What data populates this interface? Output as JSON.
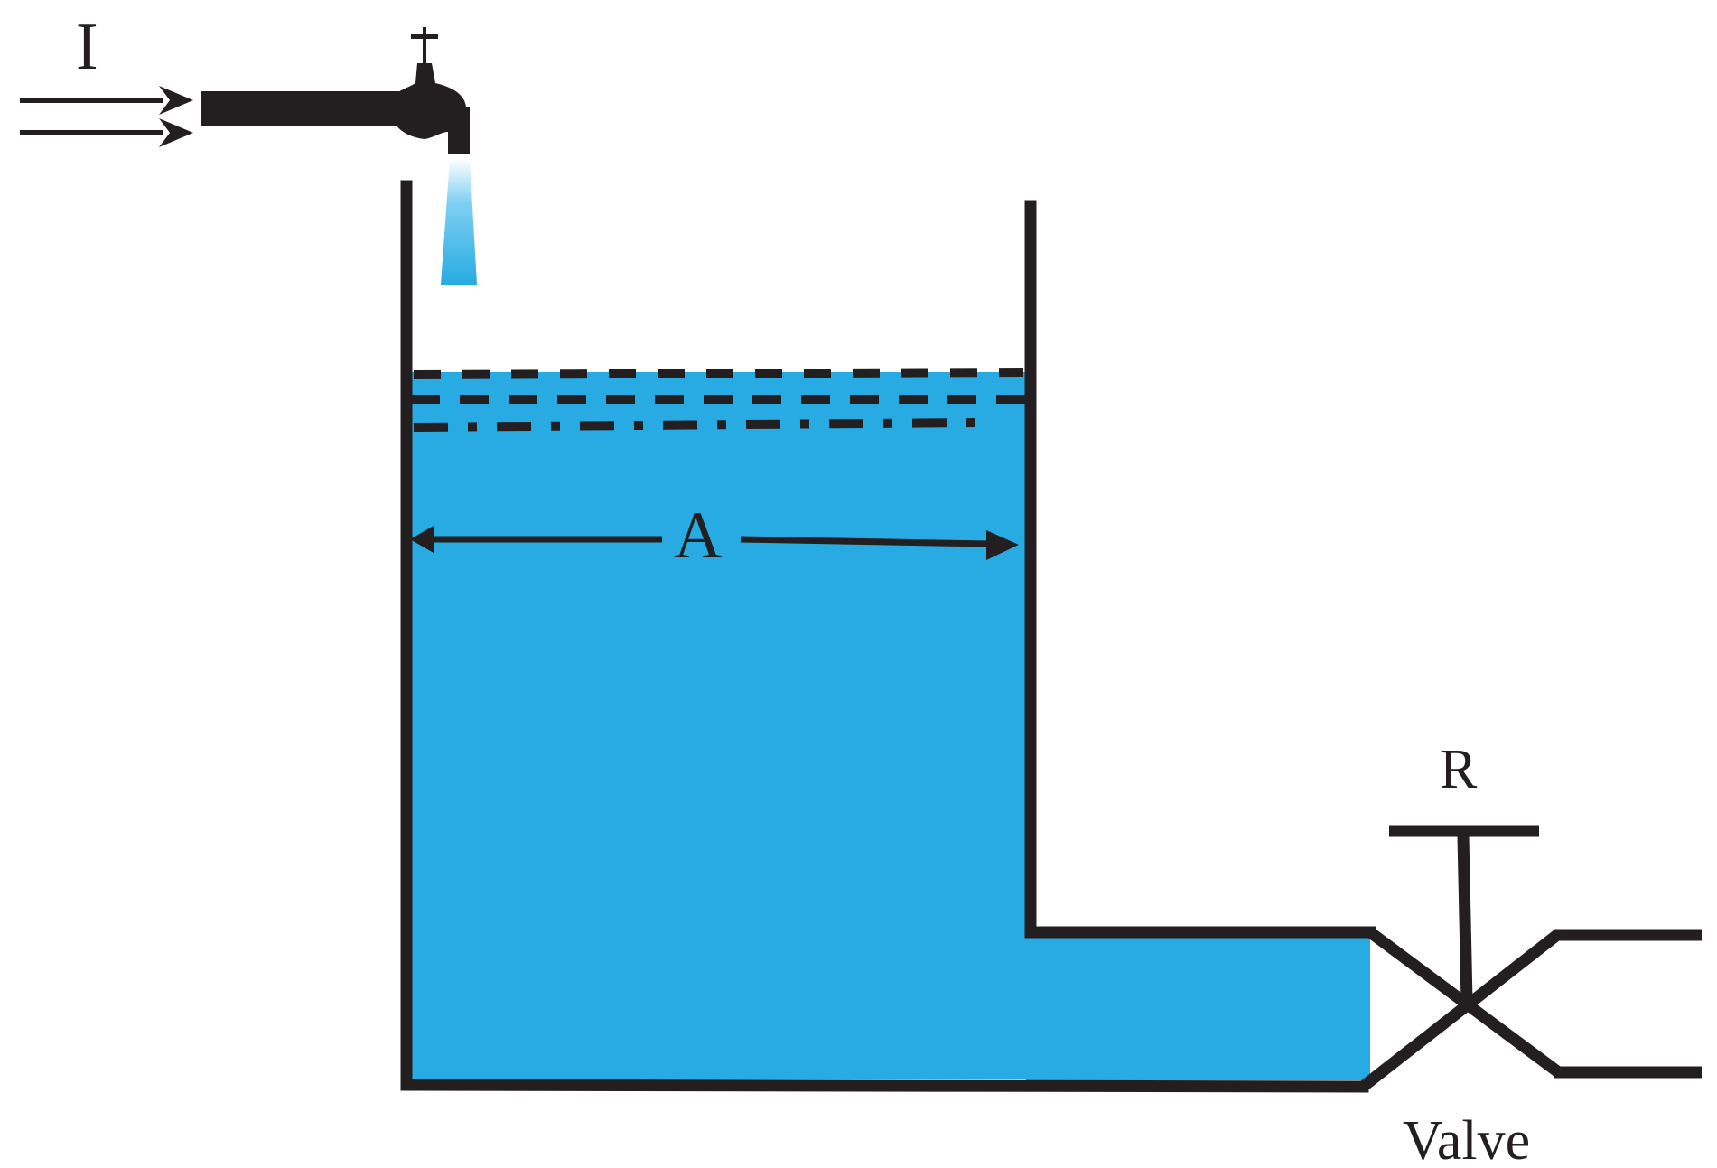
{
  "labels": {
    "inflow": "I",
    "area": "A",
    "resistance": "R",
    "valve": "Valve"
  },
  "colors": {
    "water": "#27ABE2",
    "stroke": "#231F20",
    "background": "#FFFFFF"
  },
  "icons": [
    "faucet-icon",
    "valve-icon",
    "inflow-arrow-icon"
  ]
}
